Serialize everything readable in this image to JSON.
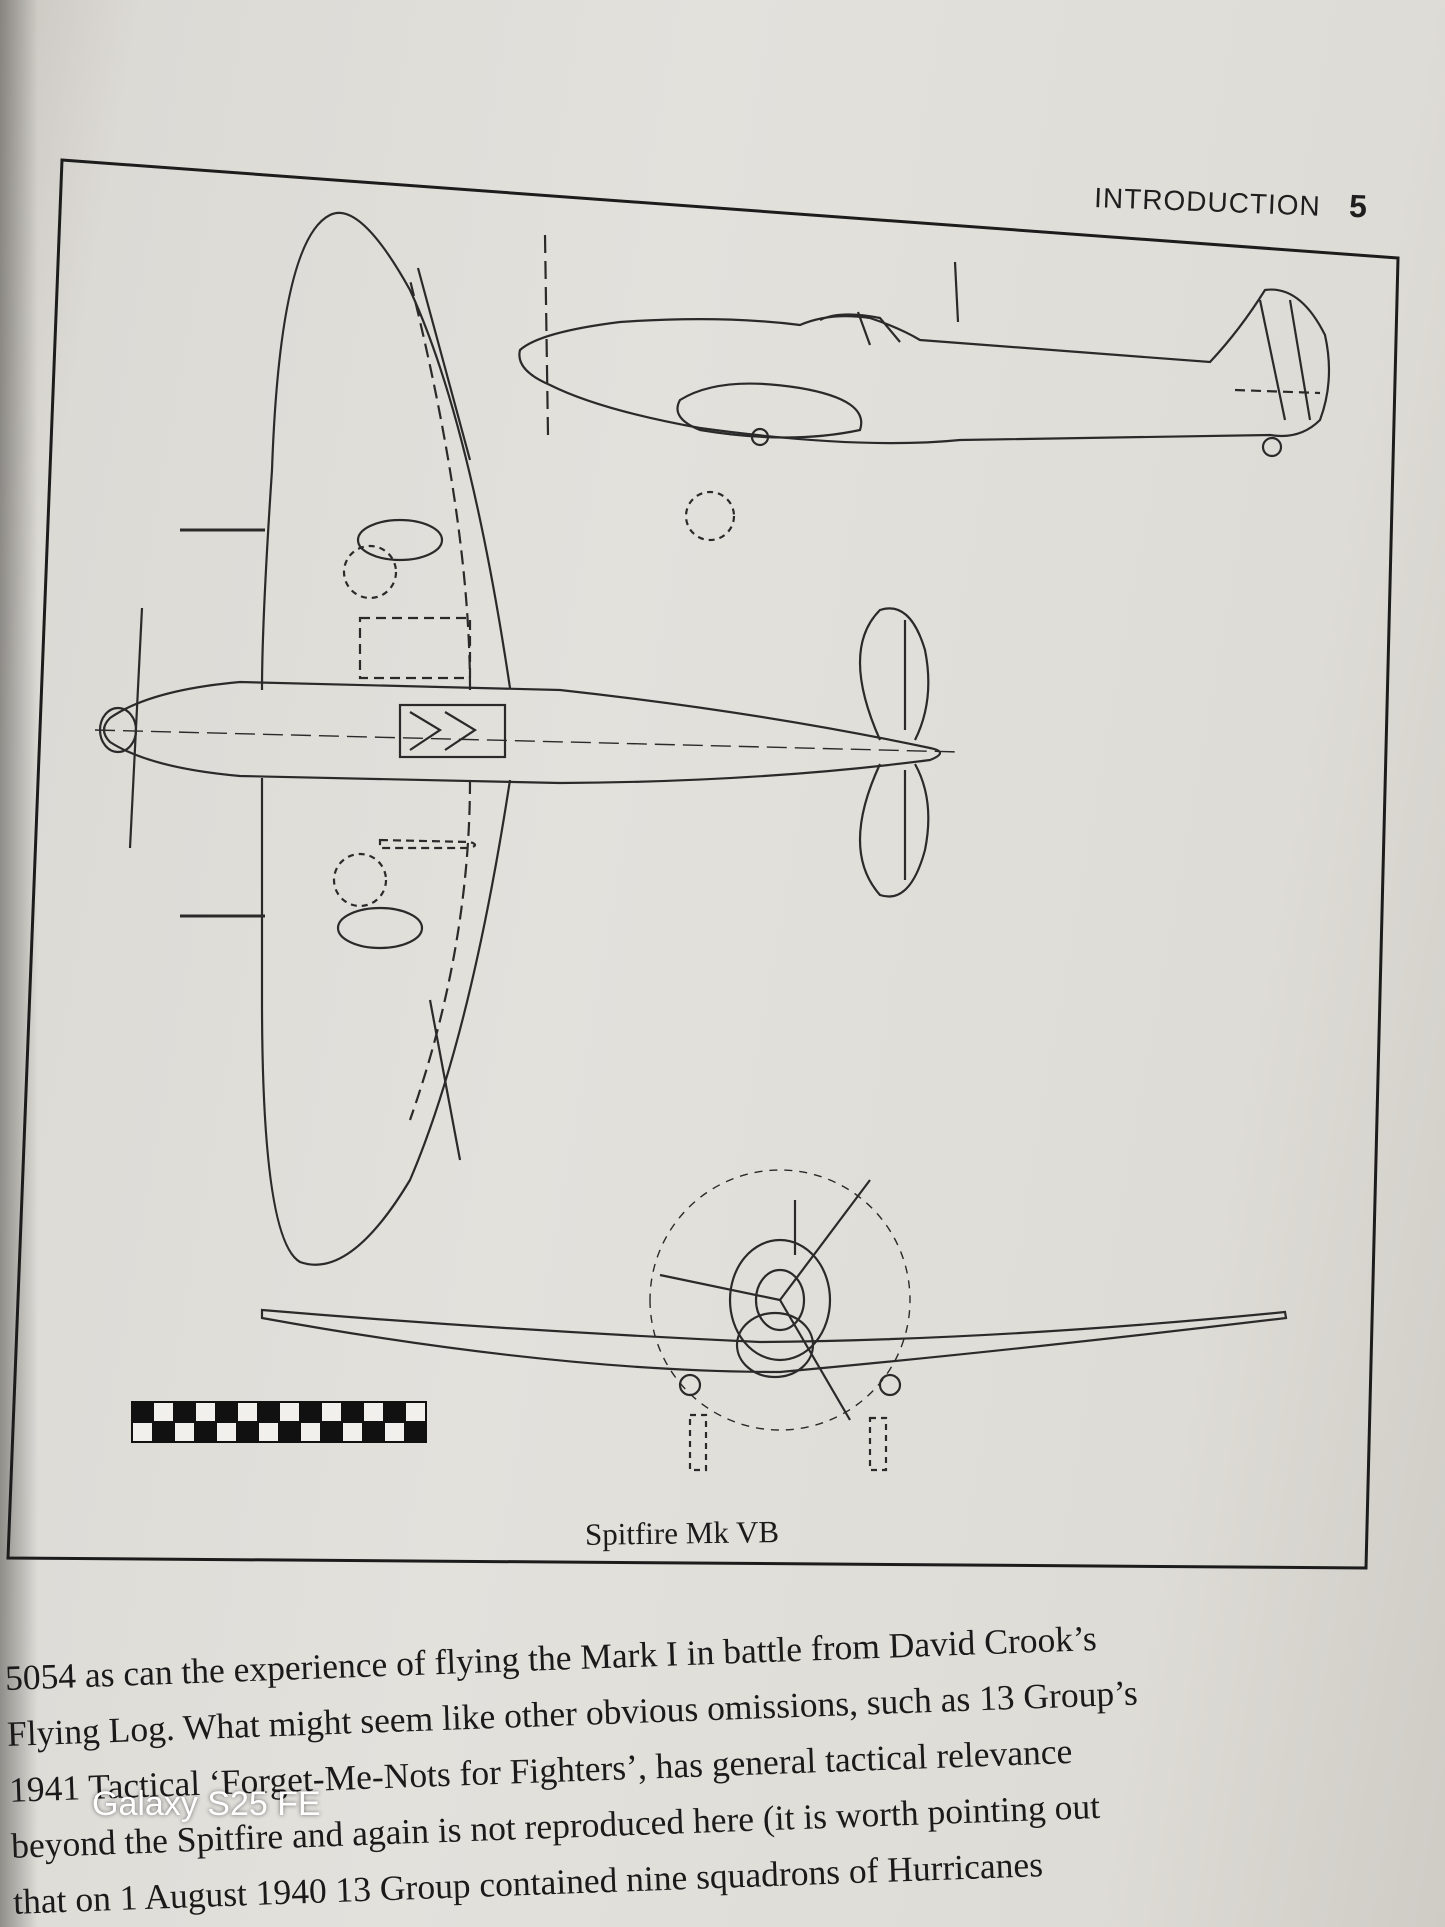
{
  "header": {
    "section_title": "INTRODUCTION",
    "page_number": "5"
  },
  "figure": {
    "caption": "Spitfire Mk VB"
  },
  "body": {
    "lines": [
      "5054 as can the experience of flying the Mark I in battle from David Crook’s",
      "Flying Log. What might seem like other obvious omissions, such as 13 Group’s",
      "1941 Tactical ‘Forget-Me-Nots for Fighters’, has general tactical relevance",
      "beyond the Spitfire and again is not reproduced here (it is worth pointing out",
      "that on 1 August 1940 13 Group contained nine squadrons of Hurricanes"
    ]
  },
  "overlay": {
    "device_watermark": "Galaxy S25 FE"
  }
}
